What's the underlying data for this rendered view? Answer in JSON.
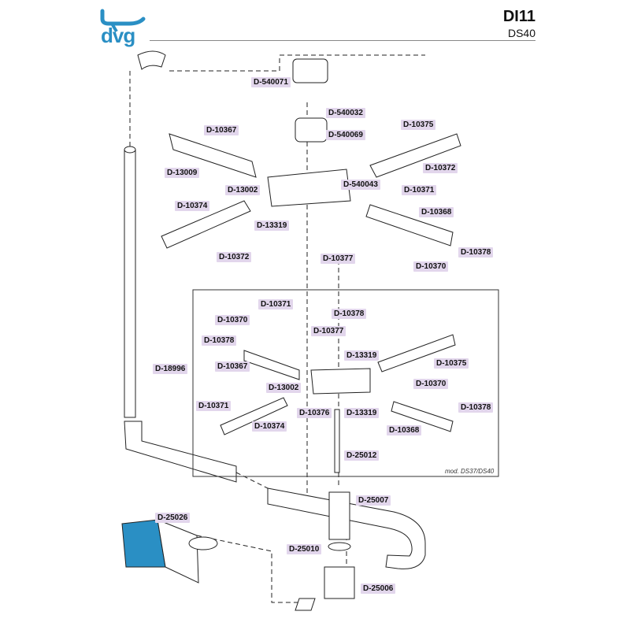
{
  "header": {
    "brand": "dvg",
    "model": "DI11",
    "submodel": "DS40"
  },
  "variant_note": "mod. DS37/DS40",
  "colors": {
    "tag_bg": "#e2d6ec",
    "brand": "#2a8fc4",
    "line": "#222222"
  },
  "parts": [
    {
      "id": "p540071",
      "code": "D-540071"
    },
    {
      "id": "p540032",
      "code": "D-540032"
    },
    {
      "id": "p540069",
      "code": "D-540069"
    },
    {
      "id": "p10367a",
      "code": "D-10367"
    },
    {
      "id": "p10375a",
      "code": "D-10375"
    },
    {
      "id": "p13009",
      "code": "D-13009"
    },
    {
      "id": "p10372a",
      "code": "D-10372"
    },
    {
      "id": "p13002a",
      "code": "D-13002"
    },
    {
      "id": "p540043",
      "code": "D-540043"
    },
    {
      "id": "p10371a",
      "code": "D-10371"
    },
    {
      "id": "p10374a",
      "code": "D-10374"
    },
    {
      "id": "p10368a",
      "code": "D-10368"
    },
    {
      "id": "p13319a",
      "code": "D-13319"
    },
    {
      "id": "p10372b",
      "code": "D-10372"
    },
    {
      "id": "p10377a",
      "code": "D-10377"
    },
    {
      "id": "p10378a",
      "code": "D-10378"
    },
    {
      "id": "p10370a",
      "code": "D-10370"
    },
    {
      "id": "p10371b",
      "code": "D-10371"
    },
    {
      "id": "p10370b",
      "code": "D-10370"
    },
    {
      "id": "p10378b",
      "code": "D-10378"
    },
    {
      "id": "p10377b",
      "code": "D-10377"
    },
    {
      "id": "p10378c",
      "code": "D-10378"
    },
    {
      "id": "p13319b",
      "code": "D-13319"
    },
    {
      "id": "p18996",
      "code": "D-18996"
    },
    {
      "id": "p10367b",
      "code": "D-10367"
    },
    {
      "id": "p10375b",
      "code": "D-10375"
    },
    {
      "id": "p13002b",
      "code": "D-13002"
    },
    {
      "id": "p10370c",
      "code": "D-10370"
    },
    {
      "id": "p10371c",
      "code": "D-10371"
    },
    {
      "id": "p10376",
      "code": "D-10376"
    },
    {
      "id": "p13319c",
      "code": "D-13319"
    },
    {
      "id": "p10378d",
      "code": "D-10378"
    },
    {
      "id": "p10374b",
      "code": "D-10374"
    },
    {
      "id": "p10368b",
      "code": "D-10368"
    },
    {
      "id": "p25012",
      "code": "D-25012"
    },
    {
      "id": "p25007",
      "code": "D-25007"
    },
    {
      "id": "p25026",
      "code": "D-25026"
    },
    {
      "id": "p25010",
      "code": "D-25010"
    },
    {
      "id": "p25006",
      "code": "D-25006"
    }
  ]
}
